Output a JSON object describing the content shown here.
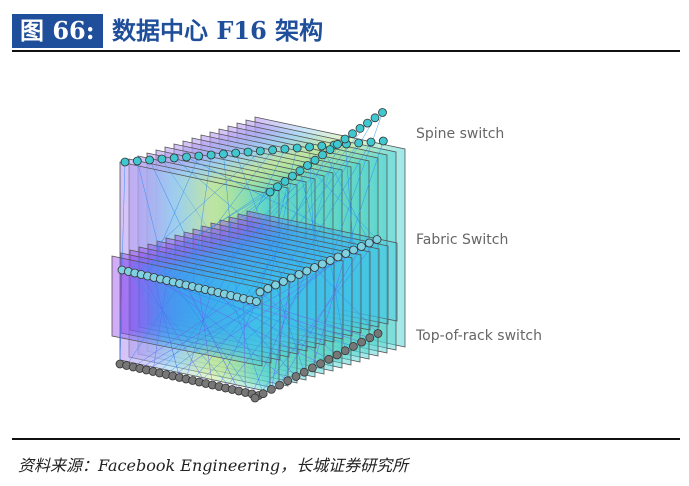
{
  "figure": {
    "number": "图 66:",
    "title": "数据中心 F16 架构"
  },
  "labels": {
    "spine": "Spine switch",
    "fabric": "Fabric Switch",
    "tor": "Top-of-rack switch"
  },
  "source": "资料来源：Facebook Engineering，长城证券研究所",
  "colors": {
    "title_bg": "#1f4e9a",
    "title_text": "#1f4e9a",
    "node_spine": "#40c8d0",
    "node_tor": "#777777",
    "link_blue": "#2a8cf0",
    "link_purple": "#9a3ff0"
  }
}
